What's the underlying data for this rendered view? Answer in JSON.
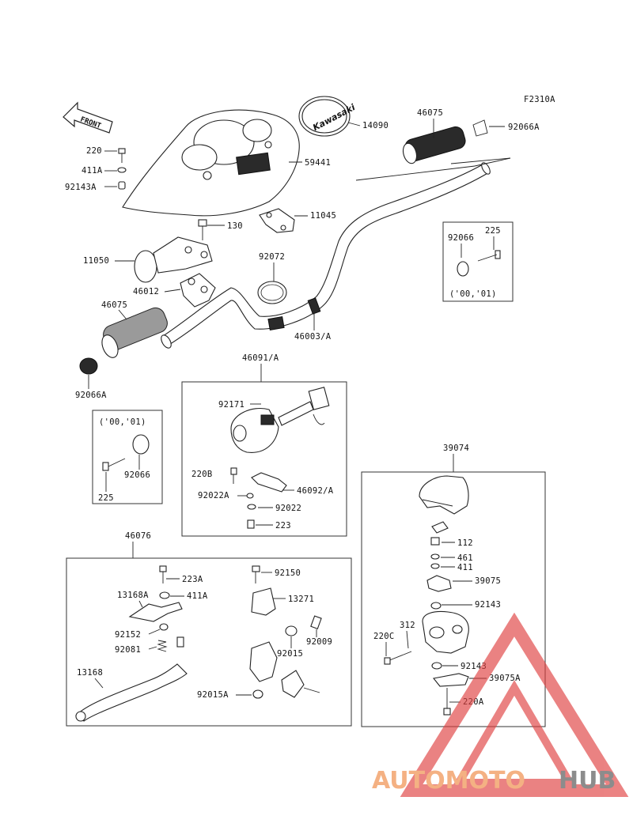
{
  "figure_code": "F2310A",
  "front_arrow_label": "FRONT",
  "meter_cover_logo": "Kawasaki",
  "year_note": "('00,'01)",
  "parts": {
    "p14090": "14090",
    "p46075_right": "46075",
    "p92066A_right": "92066A",
    "p59441": "59441",
    "p220_top": "220",
    "p411A_top": "411A",
    "p92143A": "92143A",
    "p11045": "11045",
    "p130": "130",
    "p11050": "11050",
    "p92072": "92072",
    "p46012": "46012",
    "p46075_left": "46075",
    "p46003A": "46003/A",
    "p92066A_left": "92066A",
    "p92066_box1": "92066",
    "p225_box1": "225",
    "p92066_box2": "92066",
    "p225_box2": "225",
    "p46091A": "46091/A",
    "p92171": "92171",
    "p220B": "220B",
    "p92022A": "92022A",
    "p46092A": "46092/A",
    "p92022": "92022",
    "p223": "223",
    "p39074": "39074",
    "p112": "112",
    "p461": "461",
    "p411": "411",
    "p39075": "39075",
    "p92143_a": "92143",
    "p220C": "220C",
    "p312": "312",
    "p92143_b": "92143",
    "p39075A": "39075A",
    "p220A": "220A",
    "p46076": "46076",
    "p223A": "223A",
    "p13168A": "13168A",
    "p411A_low": "411A",
    "p92152": "92152",
    "p92081": "92081",
    "p13168": "13168",
    "p92150": "92150",
    "p13271": "13271",
    "p92009": "92009",
    "p92015": "92015",
    "p92015A": "92015A"
  },
  "watermark": {
    "part1": "AUTOMOTO",
    "part2": "HUB",
    "color1": "#f4b183",
    "color2": "#8c8c8c",
    "logo_color": "#e04040"
  }
}
